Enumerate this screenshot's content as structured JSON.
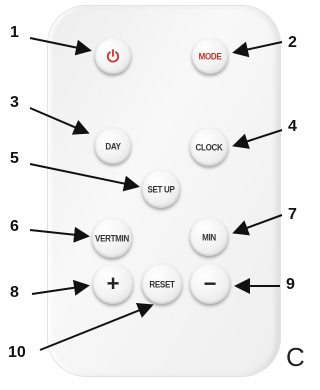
{
  "remote": {
    "buttons": [
      {
        "id": "power",
        "label": "",
        "icon": "power-icon"
      },
      {
        "id": "mode",
        "label": "MODE"
      },
      {
        "id": "day",
        "label": "DAY"
      },
      {
        "id": "clock",
        "label": "CLOCK"
      },
      {
        "id": "setup",
        "label": "SET UP"
      },
      {
        "id": "vertmin",
        "label": "VERTMIN"
      },
      {
        "id": "min",
        "label": "MIN"
      },
      {
        "id": "plus",
        "label": "+"
      },
      {
        "id": "reset",
        "label": "RESET"
      },
      {
        "id": "minus",
        "label": "−"
      }
    ],
    "power_color": "#c0392b",
    "mode_color": "#b8322e"
  },
  "callouts": [
    "1",
    "2",
    "3",
    "4",
    "5",
    "6",
    "7",
    "8",
    "9",
    "10"
  ],
  "corner_letter": "C"
}
